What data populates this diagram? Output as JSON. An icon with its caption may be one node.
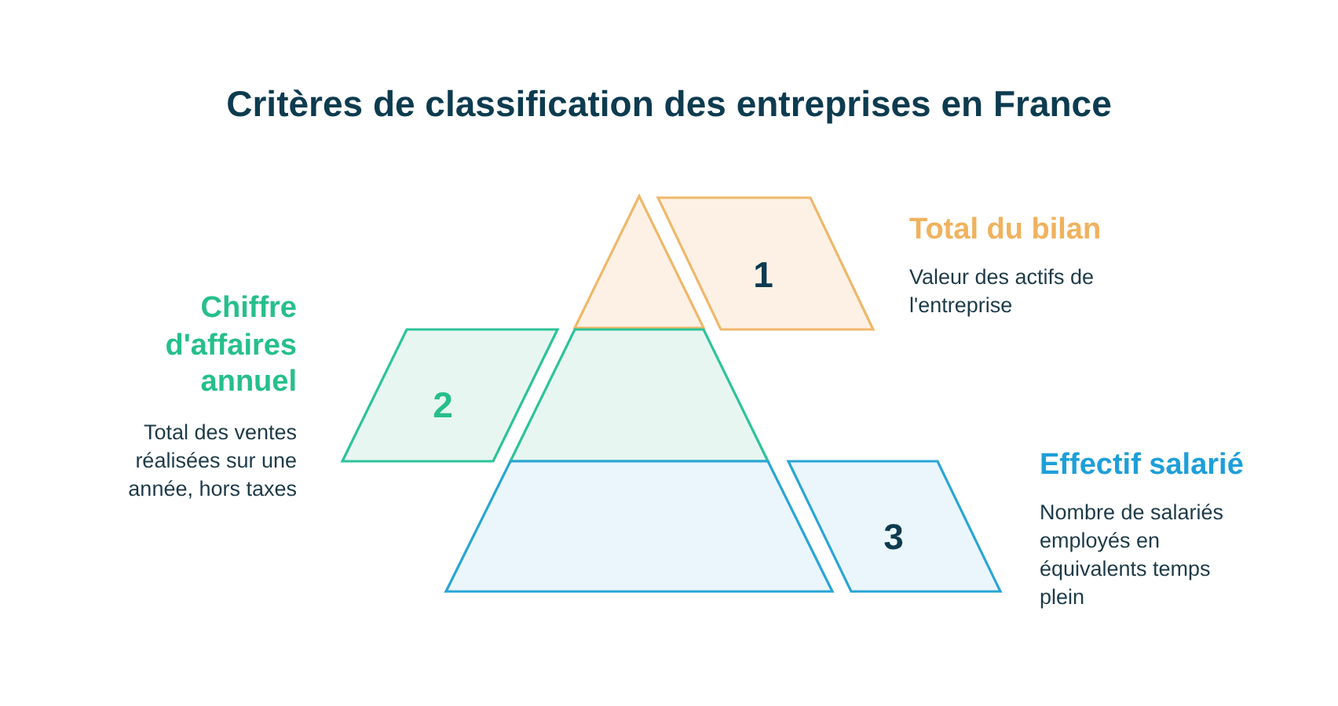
{
  "diagram": {
    "title": "Critères de classification des entreprises en France",
    "nodes": [
      {
        "text": [],
        "shape": "triangle"
      },
      {
        "text": [
          "1"
        ],
        "beside": [
          "Total du bilan",
          "Valeur des actifs de l'entreprise"
        ]
      },
      {
        "text": [],
        "shape": "trapezoid"
      },
      {
        "text": [
          "2"
        ],
        "beside": [
          "Chiffre d'affaires annuel",
          "Total des ventes réalisées sur une année, hors taxes"
        ]
      },
      {
        "text": [],
        "shape": "trapezoid"
      },
      {
        "text": [
          "3"
        ],
        "beside": [
          "Effectif salarié",
          "Nombre de salariés employés en équivalents temps plein"
        ]
      }
    ],
    "edges": []
  }
}
